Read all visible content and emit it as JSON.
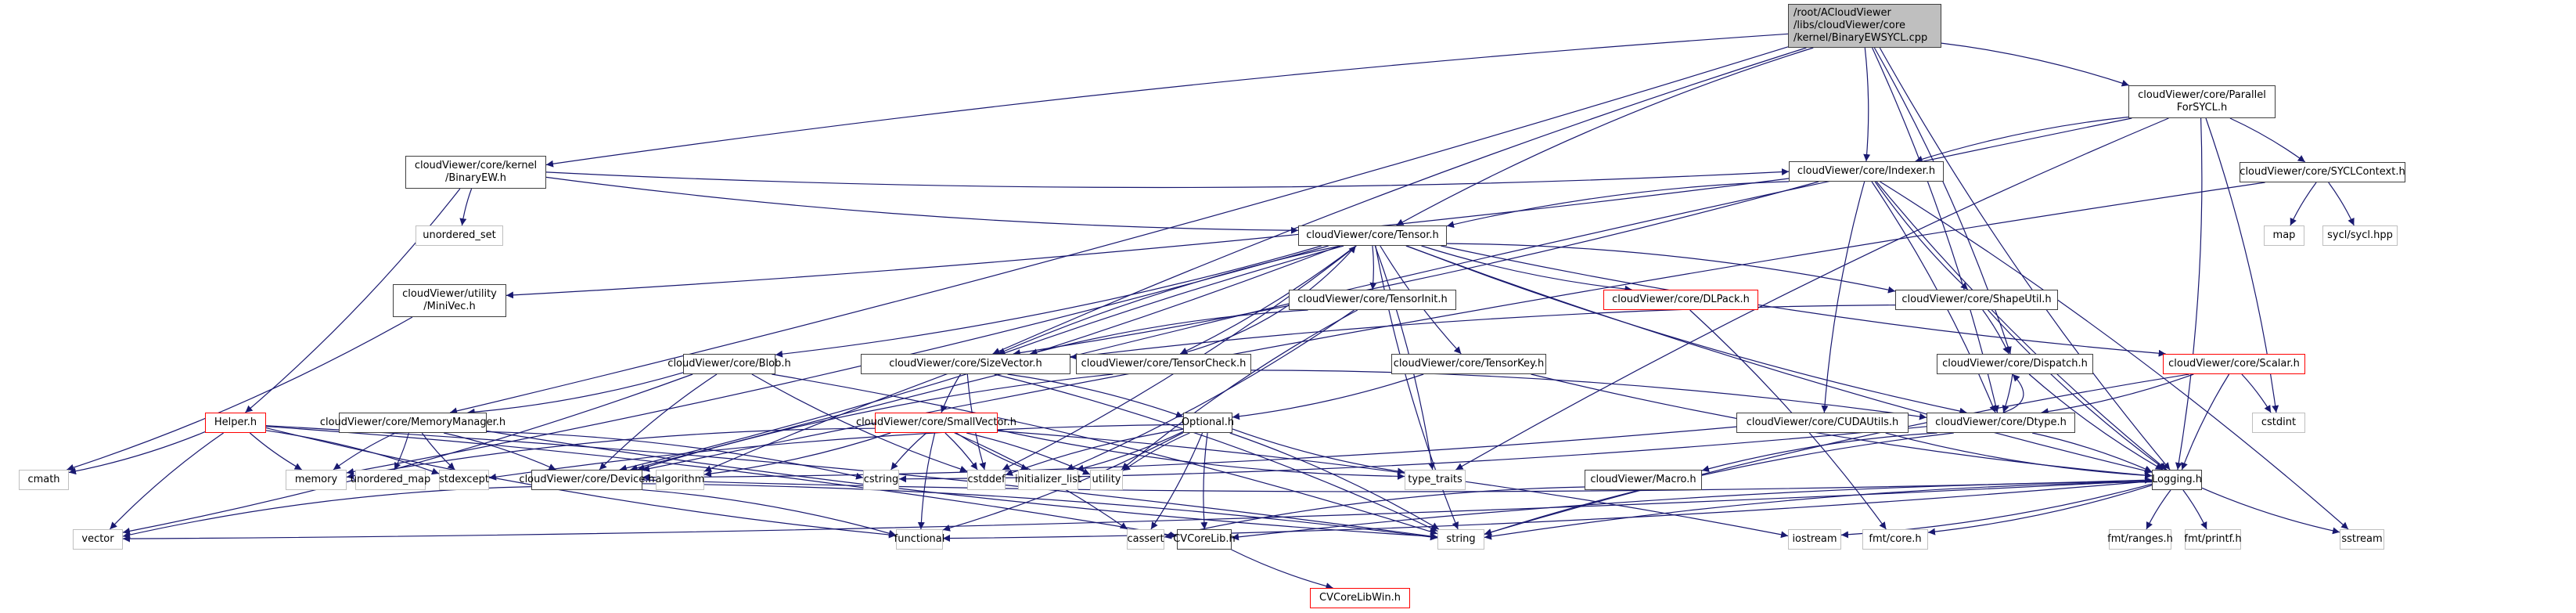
{
  "diagram": {
    "type": "include-dependency-graph",
    "colors": {
      "edge": "#191970",
      "internal_border": "#404040",
      "incomplete_border": "#ff0000",
      "system_border": "#bfbfbf",
      "root_fill": "#bfbfbf"
    },
    "nodes": [
      {
        "id": "root",
        "label": "/root/ACloudViewer\n/libs/cloudViewer/core\n/kernel/BinaryEWSYCL.cpp",
        "kind": "root"
      },
      {
        "id": "pfsycl",
        "label": "cloudViewer/core/Parallel\nForSYCL.h",
        "kind": "internal"
      },
      {
        "id": "binaryew",
        "label": "cloudViewer/core/kernel\n/BinaryEW.h",
        "kind": "internal"
      },
      {
        "id": "indexer",
        "label": "cloudViewer/core/Indexer.h",
        "kind": "internal"
      },
      {
        "id": "syclctx",
        "label": "cloudViewer/core/SYCLContext.h",
        "kind": "internal"
      },
      {
        "id": "unordered_set",
        "label": "unordered_set",
        "kind": "system"
      },
      {
        "id": "tensor",
        "label": "cloudViewer/core/Tensor.h",
        "kind": "internal"
      },
      {
        "id": "map",
        "label": "map",
        "kind": "system"
      },
      {
        "id": "syclhpp",
        "label": "sycl/sycl.hpp",
        "kind": "system"
      },
      {
        "id": "minivec",
        "label": "cloudViewer/utility\n/MiniVec.h",
        "kind": "internal"
      },
      {
        "id": "tensorinit",
        "label": "cloudViewer/core/TensorInit.h",
        "kind": "internal"
      },
      {
        "id": "dlpack",
        "label": "cloudViewer/core/DLPack.h",
        "kind": "incomplete"
      },
      {
        "id": "shapeutil",
        "label": "cloudViewer/core/ShapeUtil.h",
        "kind": "internal"
      },
      {
        "id": "blob",
        "label": "cloudViewer/core/Blob.h",
        "kind": "internal"
      },
      {
        "id": "sizevector",
        "label": "cloudViewer/core/SizeVector.h",
        "kind": "internal"
      },
      {
        "id": "tensorcheck",
        "label": "cloudViewer/core/TensorCheck.h",
        "kind": "internal"
      },
      {
        "id": "tensorkey",
        "label": "cloudViewer/core/TensorKey.h",
        "kind": "internal"
      },
      {
        "id": "dispatch",
        "label": "cloudViewer/core/Dispatch.h",
        "kind": "internal"
      },
      {
        "id": "scalar",
        "label": "cloudViewer/core/Scalar.h",
        "kind": "incomplete"
      },
      {
        "id": "helper",
        "label": "Helper.h",
        "kind": "incomplete"
      },
      {
        "id": "memmgr",
        "label": "cloudViewer/core/MemoryManager.h",
        "kind": "internal"
      },
      {
        "id": "smallvector",
        "label": "cloudViewer/core/SmallVector.h",
        "kind": "incomplete"
      },
      {
        "id": "optional",
        "label": "Optional.h",
        "kind": "internal"
      },
      {
        "id": "cudautils",
        "label": "cloudViewer/core/CUDAUtils.h",
        "kind": "internal"
      },
      {
        "id": "dtype",
        "label": "cloudViewer/core/Dtype.h",
        "kind": "internal"
      },
      {
        "id": "cstdint",
        "label": "cstdint",
        "kind": "system"
      },
      {
        "id": "cmath",
        "label": "cmath",
        "kind": "system"
      },
      {
        "id": "memory",
        "label": "memory",
        "kind": "system"
      },
      {
        "id": "unordered_map",
        "label": "unordered_map",
        "kind": "system"
      },
      {
        "id": "stdexcept",
        "label": "stdexcept",
        "kind": "system"
      },
      {
        "id": "device",
        "label": "cloudViewer/core/Device.h",
        "kind": "internal"
      },
      {
        "id": "algorithm",
        "label": "algorithm",
        "kind": "system"
      },
      {
        "id": "cstring",
        "label": "cstring",
        "kind": "system"
      },
      {
        "id": "cstddef",
        "label": "cstddef",
        "kind": "system"
      },
      {
        "id": "initializer_list",
        "label": "initializer_list",
        "kind": "system"
      },
      {
        "id": "utility",
        "label": "utility",
        "kind": "system"
      },
      {
        "id": "type_traits",
        "label": "type_traits",
        "kind": "system"
      },
      {
        "id": "macro",
        "label": "cloudViewer/Macro.h",
        "kind": "internal"
      },
      {
        "id": "logging",
        "label": "Logging.h",
        "kind": "internal"
      },
      {
        "id": "vector",
        "label": "vector",
        "kind": "system"
      },
      {
        "id": "functional",
        "label": "functional",
        "kind": "system"
      },
      {
        "id": "cassert",
        "label": "cassert",
        "kind": "system"
      },
      {
        "id": "cvcorelib",
        "label": "CVCoreLib.h",
        "kind": "internal"
      },
      {
        "id": "string",
        "label": "string",
        "kind": "system"
      },
      {
        "id": "iostream",
        "label": "iostream",
        "kind": "system"
      },
      {
        "id": "fmtcore",
        "label": "fmt/core.h",
        "kind": "system"
      },
      {
        "id": "fmtranges",
        "label": "fmt/ranges.h",
        "kind": "system"
      },
      {
        "id": "fmtprintf",
        "label": "fmt/printf.h",
        "kind": "system"
      },
      {
        "id": "sstream",
        "label": "sstream",
        "kind": "system"
      },
      {
        "id": "cvcorelibwin",
        "label": "CVCoreLibWin.h",
        "kind": "incomplete"
      }
    ],
    "edges": [
      [
        "root",
        "pfsycl"
      ],
      [
        "root",
        "binaryew"
      ],
      [
        "root",
        "indexer"
      ],
      [
        "root",
        "tensor"
      ],
      [
        "root",
        "memmgr"
      ],
      [
        "root",
        "sizevector"
      ],
      [
        "root",
        "dispatch"
      ],
      [
        "root",
        "logging"
      ],
      [
        "root",
        "dtype"
      ],
      [
        "pfsycl",
        "indexer"
      ],
      [
        "pfsycl",
        "syclctx"
      ],
      [
        "pfsycl",
        "device"
      ],
      [
        "pfsycl",
        "logging"
      ],
      [
        "pfsycl",
        "type_traits"
      ],
      [
        "pfsycl",
        "cstdint"
      ],
      [
        "binaryew",
        "unordered_set"
      ],
      [
        "binaryew",
        "helper"
      ],
      [
        "binaryew",
        "tensor"
      ],
      [
        "binaryew",
        "indexer"
      ],
      [
        "indexer",
        "tensor"
      ],
      [
        "indexer",
        "minivec"
      ],
      [
        "indexer",
        "shapeutil"
      ],
      [
        "indexer",
        "sizevector"
      ],
      [
        "indexer",
        "cudautils"
      ],
      [
        "indexer",
        "dtype"
      ],
      [
        "indexer",
        "logging"
      ],
      [
        "indexer",
        "sstream"
      ],
      [
        "syclctx",
        "map"
      ],
      [
        "syclctx",
        "syclhpp"
      ],
      [
        "syclctx",
        "device"
      ],
      [
        "tensor",
        "tensorinit"
      ],
      [
        "tensor",
        "dlpack"
      ],
      [
        "tensor",
        "shapeutil"
      ],
      [
        "tensor",
        "scalar"
      ],
      [
        "tensor",
        "blob"
      ],
      [
        "tensor",
        "sizevector"
      ],
      [
        "tensor",
        "tensorcheck"
      ],
      [
        "tensor",
        "tensorkey"
      ],
      [
        "tensor",
        "device"
      ],
      [
        "tensor",
        "dtype"
      ],
      [
        "tensor",
        "memory"
      ],
      [
        "tensor",
        "algorithm"
      ],
      [
        "tensor",
        "cstddef"
      ],
      [
        "tensor",
        "string"
      ],
      [
        "tensor",
        "type_traits"
      ],
      [
        "tensor",
        "logging"
      ],
      [
        "minivec",
        "cmath"
      ],
      [
        "tensorinit",
        "sizevector"
      ],
      [
        "tensorinit",
        "initializer_list"
      ],
      [
        "tensorinit",
        "utility"
      ],
      [
        "dlpack",
        "fmtcore"
      ],
      [
        "shapeutil",
        "sizevector"
      ],
      [
        "shapeutil",
        "dispatch"
      ],
      [
        "shapeutil",
        "logging"
      ],
      [
        "blob",
        "memmgr"
      ],
      [
        "blob",
        "device"
      ],
      [
        "blob",
        "vector"
      ],
      [
        "blob",
        "cstddef"
      ],
      [
        "blob",
        "string"
      ],
      [
        "sizevector",
        "smallvector"
      ],
      [
        "sizevector",
        "optional"
      ],
      [
        "sizevector",
        "cstddef"
      ],
      [
        "sizevector",
        "string"
      ],
      [
        "tensorcheck",
        "device"
      ],
      [
        "tensorcheck",
        "dtype"
      ],
      [
        "tensorcheck",
        "tensor"
      ],
      [
        "tensorkey",
        "optional"
      ],
      [
        "tensorkey",
        "logging"
      ],
      [
        "dispatch",
        "dtype"
      ],
      [
        "dispatch",
        "logging"
      ],
      [
        "scalar",
        "dtype"
      ],
      [
        "scalar",
        "logging"
      ],
      [
        "scalar",
        "cstdint"
      ],
      [
        "scalar",
        "string"
      ],
      [
        "helper",
        "cmath"
      ],
      [
        "helper",
        "memory"
      ],
      [
        "helper",
        "stdexcept"
      ],
      [
        "helper",
        "vector"
      ],
      [
        "helper",
        "string"
      ],
      [
        "helper",
        "functional"
      ],
      [
        "helper",
        "cvcorelib"
      ],
      [
        "memmgr",
        "memory"
      ],
      [
        "memmgr",
        "unordered_map"
      ],
      [
        "memmgr",
        "stdexcept"
      ],
      [
        "memmgr",
        "device"
      ],
      [
        "memmgr",
        "string"
      ],
      [
        "memmgr",
        "cstring"
      ],
      [
        "smallvector",
        "cstring"
      ],
      [
        "smallvector",
        "cstddef"
      ],
      [
        "smallvector",
        "initializer_list"
      ],
      [
        "smallvector",
        "utility"
      ],
      [
        "smallvector",
        "functional"
      ],
      [
        "smallvector",
        "cassert"
      ],
      [
        "smallvector",
        "memory"
      ],
      [
        "smallvector",
        "algorithm"
      ],
      [
        "smallvector",
        "type_traits"
      ],
      [
        "smallvector",
        "iostream"
      ],
      [
        "optional",
        "cstddef"
      ],
      [
        "optional",
        "initializer_list"
      ],
      [
        "optional",
        "utility"
      ],
      [
        "optional",
        "cassert"
      ],
      [
        "optional",
        "cvcorelib"
      ],
      [
        "optional",
        "string"
      ],
      [
        "optional",
        "type_traits"
      ],
      [
        "optional",
        "functional"
      ],
      [
        "optional",
        "stdexcept"
      ],
      [
        "cudautils",
        "device"
      ],
      [
        "cudautils",
        "logging"
      ],
      [
        "dtype",
        "dispatch"
      ],
      [
        "dtype",
        "macro"
      ],
      [
        "dtype",
        "logging"
      ],
      [
        "dtype",
        "string"
      ],
      [
        "dtype",
        "cstring"
      ],
      [
        "device",
        "vector"
      ],
      [
        "device",
        "string"
      ],
      [
        "device",
        "logging"
      ],
      [
        "device",
        "functional"
      ],
      [
        "macro",
        "cassert"
      ],
      [
        "logging",
        "fmtcore"
      ],
      [
        "logging",
        "fmtranges"
      ],
      [
        "logging",
        "fmtprintf"
      ],
      [
        "logging",
        "sstream"
      ],
      [
        "logging",
        "iostream"
      ],
      [
        "logging",
        "string"
      ],
      [
        "logging",
        "functional"
      ],
      [
        "logging",
        "cvcorelib"
      ],
      [
        "logging",
        "vector"
      ],
      [
        "cvcorelib",
        "cvcorelibwin"
      ]
    ]
  }
}
